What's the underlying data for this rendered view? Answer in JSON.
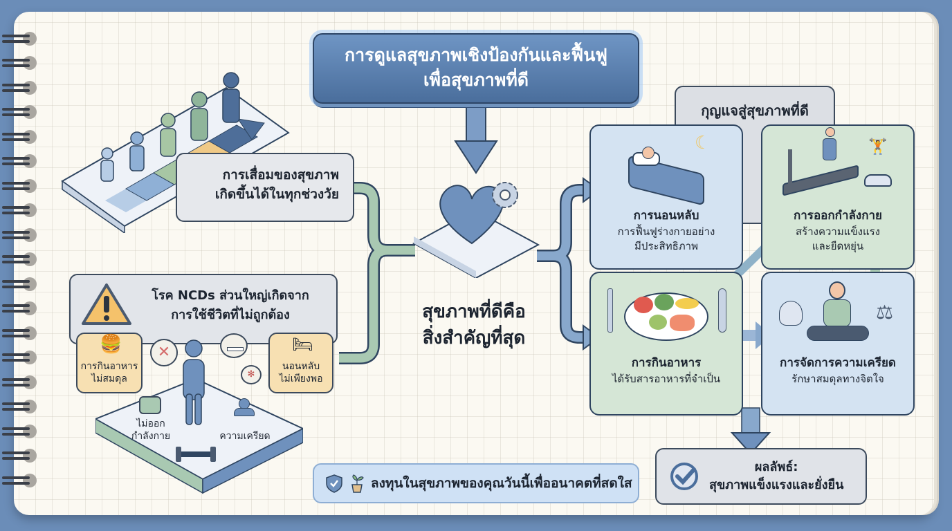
{
  "title": {
    "line1": "การดูแลสุขภาพเชิงป้องกันและฟื้นฟู",
    "line2": "เพื่อสุขภาพที่ดี"
  },
  "aging": {
    "line1": "การเสื่อมของสุขภาพ",
    "line2": "เกิดขึ้นได้ในทุกช่วงวัย",
    "figures": [
      "girl",
      "boy",
      "woman",
      "man",
      "elder"
    ],
    "stage_colors": [
      "#b7cde6",
      "#8fb0d6",
      "#a7c6a4",
      "#f0c986",
      "#4e6e99"
    ]
  },
  "ncd": {
    "line1": "โรค NCDs ส่วนใหญ่เกิดจาก",
    "line2": "การใช้ชีวิตที่ไม่ถูกต้อง",
    "factors": {
      "diet": {
        "line1": "การกินอาหาร",
        "line2": "ไม่สมดุล"
      },
      "sleep": {
        "line1": "นอนหลับ",
        "line2": "ไม่เพียงพอ"
      },
      "inactivity": {
        "line1": "ไม่ออก",
        "line2": "กำลังกาย"
      },
      "stress": {
        "label": "ความเครียด"
      }
    }
  },
  "center": {
    "line1": "สุขภาพที่ดีคือ",
    "line2": "สิ่งสำคัญที่สุด"
  },
  "keys": {
    "title": "กุญแจสู่สุขภาพที่ดี",
    "cards": [
      {
        "title": "การนอนหลับ",
        "sub1": "การฟื้นฟูร่างกายอย่าง",
        "sub2": "มีประสิทธิภาพ"
      },
      {
        "title": "การออกกำลังกาย",
        "sub1": "สร้างความแข็งแรง",
        "sub2": "และยืดหยุ่น"
      },
      {
        "title": "การกินอาหาร",
        "sub1": "ได้รับสารอาหารที่จำเป็น",
        "sub2": ""
      },
      {
        "title": "การจัดการความเครียด",
        "sub1": "รักษาสมดุลทางจิตใจ",
        "sub2": ""
      }
    ]
  },
  "banner": {
    "text": "ลงทุนในสุขภาพของคุณวันนี้เพื่ออนาคตที่สดใส"
  },
  "result": {
    "line1": "ผลลัพธ์:",
    "line2": "สุขภาพแข็งแรงและยั่งยืน"
  },
  "colors": {
    "background": "#6b8db8",
    "paper": "#fbf9f2",
    "primary_blue": "#4a6e9c",
    "card_blue": "#d4e3f2",
    "card_green": "#d5e6d6",
    "connector_green": "#a9c9b2",
    "connector_blue": "#88a8cc",
    "warning_yellow": "#f5c26b"
  }
}
